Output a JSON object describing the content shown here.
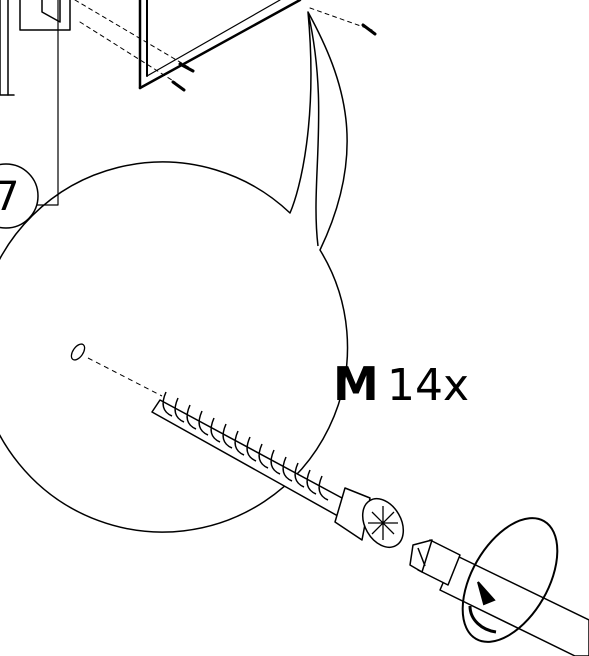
{
  "step_number": "7",
  "callout": {
    "part_letter": "M",
    "quantity": "14x"
  },
  "icons": {
    "screw": "wood-screw-icon",
    "screwdriver": "phillips-screwdriver-icon",
    "rotation": "clockwise-rotation-arrow-icon",
    "pilot_hole": "pilot-hole-icon"
  },
  "colors": {
    "line": "#000000",
    "background": "#ffffff"
  }
}
